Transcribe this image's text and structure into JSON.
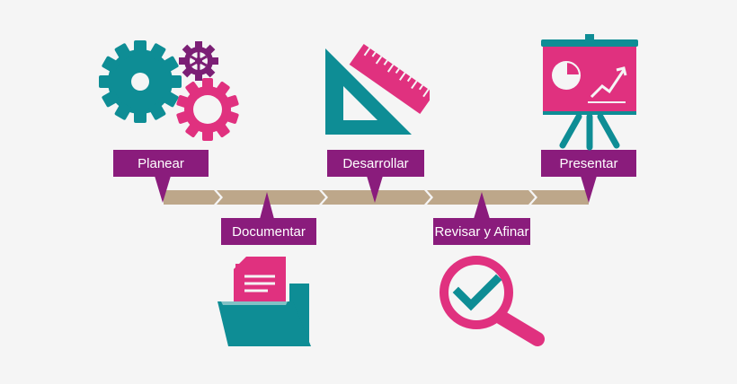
{
  "colors": {
    "background": "#f5f5f5",
    "label_bg": "#8a1c7c",
    "label_text": "#ffffff",
    "timeline": "#bda78a",
    "teal": "#0e8d95",
    "magenta": "#e0317f",
    "purple": "#7b1f75"
  },
  "steps": [
    {
      "label": "Planear",
      "icon": "gears-icon"
    },
    {
      "label": "Documentar",
      "icon": "folder-document-icon"
    },
    {
      "label": "Desarrollar",
      "icon": "ruler-triangle-icon"
    },
    {
      "label": "Revisar y Afinar",
      "icon": "magnifier-check-icon"
    },
    {
      "label": "Presentar",
      "icon": "presentation-board-icon"
    }
  ]
}
